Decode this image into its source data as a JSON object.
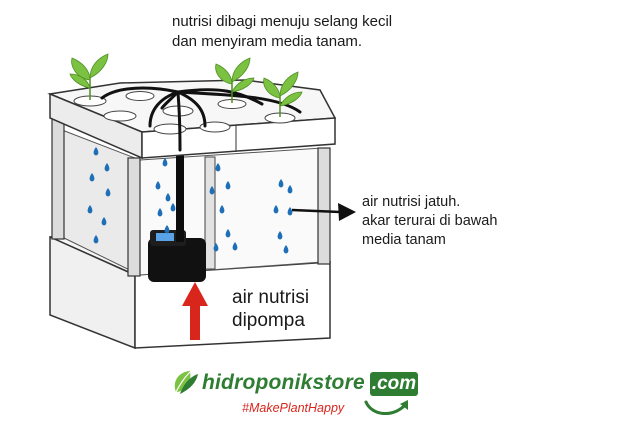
{
  "captions": {
    "top": [
      "nutrisi dibagi menuju selang kecil",
      "dan menyiram media tanam."
    ],
    "right": [
      "air nutrisi jatuh.",
      "akar terurai di bawah",
      "media tanam"
    ],
    "pump": [
      "air nutrisi",
      "dipompa"
    ]
  },
  "brand": {
    "name": "hidroponikstore",
    "domain": ".com",
    "tagline": "#MakePlantHappy"
  },
  "colors": {
    "arrow_red": "#d9261c",
    "water_blue": "#1f6fb7",
    "leaf_green": "#7cc242",
    "brand_green": "#2e7d32"
  }
}
